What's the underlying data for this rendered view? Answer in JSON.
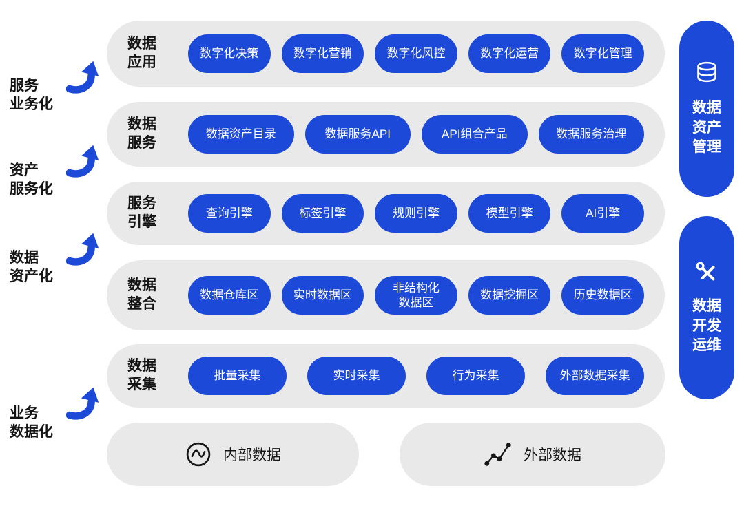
{
  "colors": {
    "accent_blue": "#1d49d8",
    "row_gray": "#e9e9ea",
    "text_dark": "#141414"
  },
  "left_flow_labels": [
    {
      "label": "服务\n业务化"
    },
    {
      "label": "资产\n服务化"
    },
    {
      "label": "数据\n资产化"
    },
    {
      "label": "业务\n数据化"
    }
  ],
  "rows": [
    {
      "label": "数据\n应用",
      "items": [
        "数字化决策",
        "数字化营销",
        "数字化风控",
        "数字化运营",
        "数字化管理"
      ]
    },
    {
      "label": "数据\n服务",
      "items": [
        "数据资产目录",
        "数据服务API",
        "API组合产品",
        "数据服务治理"
      ]
    },
    {
      "label": "服务\n引擎",
      "items": [
        "查询引擎",
        "标签引擎",
        "规则引擎",
        "模型引擎",
        "AI引擎"
      ]
    },
    {
      "label": "数据\n整合",
      "items": [
        "数据仓库区",
        "实时数据区",
        "非结构化\n数据区",
        "数据挖掘区",
        "历史数据区"
      ]
    },
    {
      "label": "数据\n采集",
      "items": [
        "批量采集",
        "实时采集",
        "行为采集",
        "外部数据采集"
      ]
    }
  ],
  "bottom_sources": [
    {
      "icon": "line-chart-icon",
      "label": "内部数据"
    },
    {
      "icon": "node-path-icon",
      "label": "外部数据"
    }
  ],
  "side_panels": [
    {
      "icon": "database-icon",
      "label": "数据\n资产\n管理"
    },
    {
      "icon": "tools-icon",
      "label": "数据\n开发\n运维"
    }
  ]
}
